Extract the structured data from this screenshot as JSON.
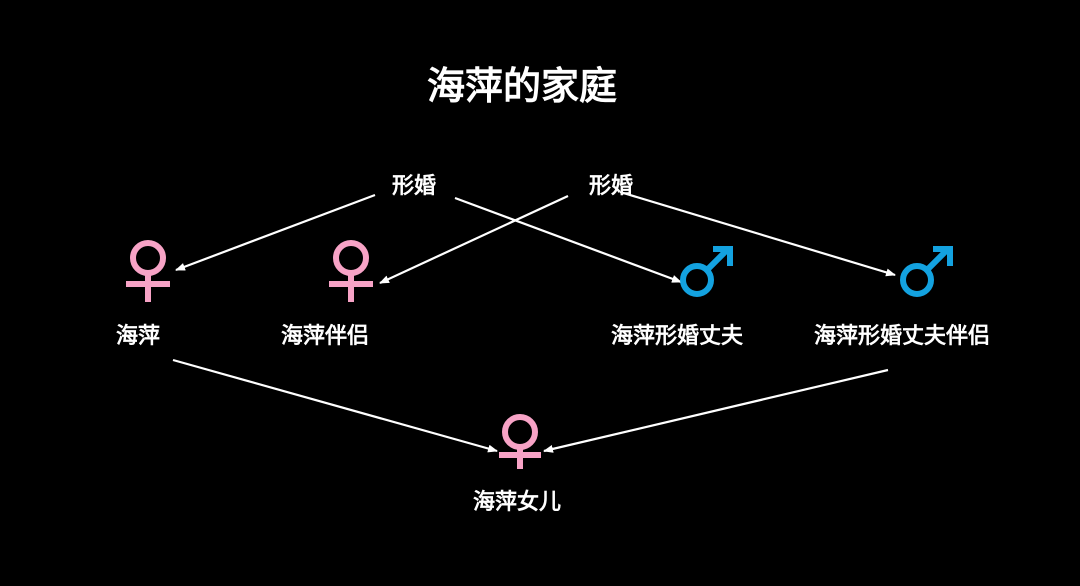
{
  "title": "海萍的家庭",
  "colors": {
    "background": "#000000",
    "text": "#ffffff",
    "female": "#f7a3c6",
    "male": "#13a2e0",
    "arrow": "#ffffff"
  },
  "nodes": {
    "haiping": {
      "label": "海萍",
      "icon": "female-symbol-icon"
    },
    "haiping_partner": {
      "label": "海萍伴侣",
      "icon": "female-symbol-icon"
    },
    "haiping_husband": {
      "label": "海萍形婚丈夫",
      "icon": "male-symbol-icon"
    },
    "husband_partner": {
      "label": "海萍形婚丈夫伴侣",
      "icon": "male-symbol-icon"
    },
    "daughter": {
      "label": "海萍女儿",
      "icon": "female-symbol-icon"
    }
  },
  "edge_labels": {
    "left": "形婚",
    "right": "形婚"
  }
}
